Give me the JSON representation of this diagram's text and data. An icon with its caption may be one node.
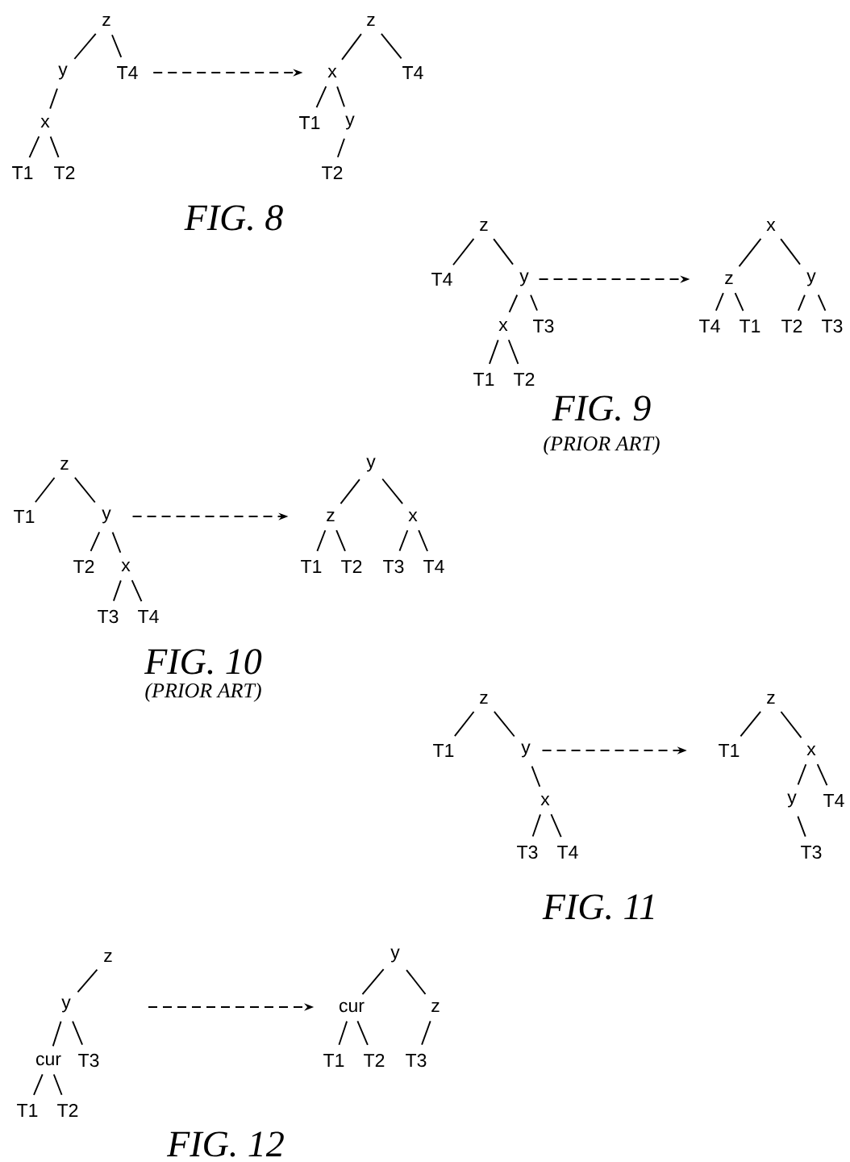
{
  "diagram": {
    "nodes": [
      {
        "text": [
          "z"
        ]
      },
      {
        "text": [
          "y"
        ]
      },
      {
        "text": [
          "T4"
        ]
      },
      {
        "text": [
          "x"
        ]
      },
      {
        "text": [
          "T1"
        ]
      },
      {
        "text": [
          "T2"
        ]
      },
      {
        "text": [
          "z"
        ]
      },
      {
        "text": [
          "x"
        ]
      },
      {
        "text": [
          "T4"
        ]
      },
      {
        "text": [
          "T1"
        ]
      },
      {
        "text": [
          "y"
        ]
      },
      {
        "text": [
          "T2"
        ]
      },
      {
        "text": [
          "z"
        ]
      },
      {
        "text": [
          "T4"
        ]
      },
      {
        "text": [
          "y"
        ]
      },
      {
        "text": [
          "x"
        ]
      },
      {
        "text": [
          "T3"
        ]
      },
      {
        "text": [
          "T1"
        ]
      },
      {
        "text": [
          "T2"
        ]
      },
      {
        "text": [
          "x"
        ]
      },
      {
        "text": [
          "z"
        ]
      },
      {
        "text": [
          "y"
        ]
      },
      {
        "text": [
          "T4"
        ]
      },
      {
        "text": [
          "T1"
        ]
      },
      {
        "text": [
          "T2"
        ]
      },
      {
        "text": [
          "T3"
        ]
      },
      {
        "text": [
          "z"
        ]
      },
      {
        "text": [
          "T1"
        ]
      },
      {
        "text": [
          "y"
        ]
      },
      {
        "text": [
          "T2"
        ]
      },
      {
        "text": [
          "x"
        ]
      },
      {
        "text": [
          "T3"
        ]
      },
      {
        "text": [
          "T4"
        ]
      },
      {
        "text": [
          "y"
        ]
      },
      {
        "text": [
          "z"
        ]
      },
      {
        "text": [
          "x"
        ]
      },
      {
        "text": [
          "T1"
        ]
      },
      {
        "text": [
          "T2"
        ]
      },
      {
        "text": [
          "T3"
        ]
      },
      {
        "text": [
          "T4"
        ]
      },
      {
        "text": [
          "z"
        ]
      },
      {
        "text": [
          "T1"
        ]
      },
      {
        "text": [
          "y"
        ]
      },
      {
        "text": [
          "x"
        ]
      },
      {
        "text": [
          "T3"
        ]
      },
      {
        "text": [
          "T4"
        ]
      },
      {
        "text": [
          "z"
        ]
      },
      {
        "text": [
          "T1"
        ]
      },
      {
        "text": [
          "x"
        ]
      },
      {
        "text": [
          "y"
        ]
      },
      {
        "text": [
          "T4"
        ]
      },
      {
        "text": [
          "T3"
        ]
      },
      {
        "text": [
          "z"
        ]
      },
      {
        "text": [
          "y"
        ]
      },
      {
        "text": [
          "cur"
        ]
      },
      {
        "text": [
          "T3"
        ]
      },
      {
        "text": [
          "T1"
        ]
      },
      {
        "text": [
          "T2"
        ]
      },
      {
        "text": [
          "y"
        ]
      },
      {
        "text": [
          "cur"
        ]
      },
      {
        "text": [
          "z"
        ]
      },
      {
        "text": [
          "T1"
        ]
      },
      {
        "text": [
          "T2"
        ]
      },
      {
        "text": [
          "T3"
        ]
      }
    ],
    "edges": [
      {
        "from": 0,
        "to": 1,
        "arrow": "none"
      },
      {
        "from": 0,
        "to": 2,
        "arrow": "none"
      },
      {
        "from": 1,
        "to": 3,
        "arrow": "none"
      },
      {
        "from": 3,
        "to": 4,
        "arrow": "none"
      },
      {
        "from": 3,
        "to": 5,
        "arrow": "none"
      },
      {
        "from": 6,
        "to": 7,
        "arrow": "none"
      },
      {
        "from": 6,
        "to": 8,
        "arrow": "none"
      },
      {
        "from": 7,
        "to": 9,
        "arrow": "none"
      },
      {
        "from": 7,
        "to": 10,
        "arrow": "none"
      },
      {
        "from": 10,
        "to": 11,
        "arrow": "none"
      },
      {
        "from": 2,
        "to": 7,
        "arrow": "to",
        "style": "dashed"
      },
      {
        "from": 12,
        "to": 13,
        "arrow": "none"
      },
      {
        "from": 12,
        "to": 14,
        "arrow": "none"
      },
      {
        "from": 14,
        "to": 15,
        "arrow": "none"
      },
      {
        "from": 14,
        "to": 16,
        "arrow": "none"
      },
      {
        "from": 15,
        "to": 17,
        "arrow": "none"
      },
      {
        "from": 15,
        "to": 18,
        "arrow": "none"
      },
      {
        "from": 19,
        "to": 20,
        "arrow": "none"
      },
      {
        "from": 19,
        "to": 21,
        "arrow": "none"
      },
      {
        "from": 20,
        "to": 22,
        "arrow": "none"
      },
      {
        "from": 20,
        "to": 23,
        "arrow": "none"
      },
      {
        "from": 21,
        "to": 24,
        "arrow": "none"
      },
      {
        "from": 21,
        "to": 25,
        "arrow": "none"
      },
      {
        "from": 14,
        "to": 20,
        "arrow": "to",
        "style": "dashed"
      },
      {
        "from": 26,
        "to": 27,
        "arrow": "none"
      },
      {
        "from": 26,
        "to": 28,
        "arrow": "none"
      },
      {
        "from": 28,
        "to": 29,
        "arrow": "none"
      },
      {
        "from": 28,
        "to": 30,
        "arrow": "none"
      },
      {
        "from": 30,
        "to": 31,
        "arrow": "none"
      },
      {
        "from": 30,
        "to": 32,
        "arrow": "none"
      },
      {
        "from": 33,
        "to": 34,
        "arrow": "none"
      },
      {
        "from": 33,
        "to": 35,
        "arrow": "none"
      },
      {
        "from": 34,
        "to": 36,
        "arrow": "none"
      },
      {
        "from": 34,
        "to": 37,
        "arrow": "none"
      },
      {
        "from": 35,
        "to": 38,
        "arrow": "none"
      },
      {
        "from": 35,
        "to": 39,
        "arrow": "none"
      },
      {
        "from": 28,
        "to": 34,
        "arrow": "to",
        "style": "dashed"
      },
      {
        "from": 40,
        "to": 41,
        "arrow": "none"
      },
      {
        "from": 40,
        "to": 42,
        "arrow": "none"
      },
      {
        "from": 42,
        "to": 43,
        "arrow": "none"
      },
      {
        "from": 43,
        "to": 44,
        "arrow": "none"
      },
      {
        "from": 43,
        "to": 45,
        "arrow": "none"
      },
      {
        "from": 46,
        "to": 47,
        "arrow": "none"
      },
      {
        "from": 46,
        "to": 48,
        "arrow": "none"
      },
      {
        "from": 48,
        "to": 49,
        "arrow": "none"
      },
      {
        "from": 48,
        "to": 50,
        "arrow": "none"
      },
      {
        "from": 49,
        "to": 51,
        "arrow": "none"
      },
      {
        "from": 42,
        "to": 47,
        "arrow": "to",
        "style": "dashed"
      },
      {
        "from": 52,
        "to": 53,
        "arrow": "none"
      },
      {
        "from": 53,
        "to": 54,
        "arrow": "none"
      },
      {
        "from": 53,
        "to": 55,
        "arrow": "none"
      },
      {
        "from": 54,
        "to": 56,
        "arrow": "none"
      },
      {
        "from": 54,
        "to": 57,
        "arrow": "none"
      },
      {
        "from": 58,
        "to": 59,
        "arrow": "none"
      },
      {
        "from": 58,
        "to": 60,
        "arrow": "none"
      },
      {
        "from": 59,
        "to": 61,
        "arrow": "none"
      },
      {
        "from": 59,
        "to": 62,
        "arrow": "none"
      },
      {
        "from": 60,
        "to": 63,
        "arrow": "none"
      },
      {
        "from": null,
        "to": 59,
        "arrow": "to",
        "style": "dashed"
      }
    ],
    "labels": [
      "FIG. 8",
      "FIG. 9",
      "(PRIOR ART)",
      "FIG. 10",
      "(PRIOR ART)",
      "FIG. 11",
      "FIG. 12"
    ]
  }
}
